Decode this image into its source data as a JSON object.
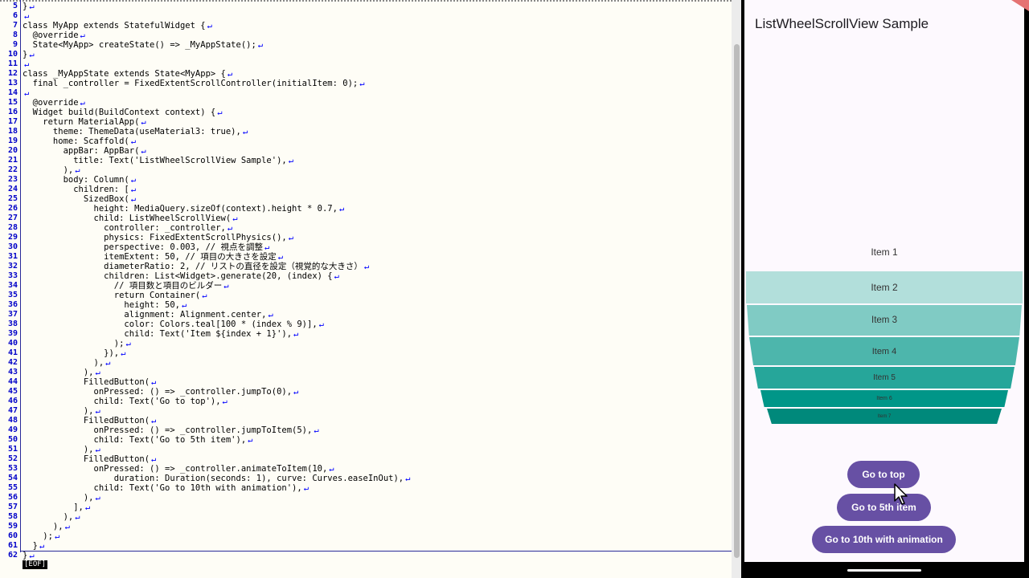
{
  "editor": {
    "lines": [
      {
        "n": "5",
        "t": "}"
      },
      {
        "n": "6",
        "t": ""
      },
      {
        "n": "7",
        "t": "class MyApp extends StatefulWidget {"
      },
      {
        "n": "8",
        "t": "  @override"
      },
      {
        "n": "9",
        "t": "  State<MyApp> createState() => _MyAppState();"
      },
      {
        "n": "10",
        "t": "}"
      },
      {
        "n": "11",
        "t": ""
      },
      {
        "n": "12",
        "t": "class _MyAppState extends State<MyApp> {"
      },
      {
        "n": "13",
        "t": "  final _controller = FixedExtentScrollController(initialItem: 0);"
      },
      {
        "n": "14",
        "t": ""
      },
      {
        "n": "15",
        "t": "  @override"
      },
      {
        "n": "16",
        "t": "  Widget build(BuildContext context) {"
      },
      {
        "n": "17",
        "t": "    return MaterialApp("
      },
      {
        "n": "18",
        "t": "      theme: ThemeData(useMaterial3: true),"
      },
      {
        "n": "19",
        "t": "      home: Scaffold("
      },
      {
        "n": "20",
        "t": "        appBar: AppBar("
      },
      {
        "n": "21",
        "t": "          title: Text('ListWheelScrollView Sample'),"
      },
      {
        "n": "22",
        "t": "        ),"
      },
      {
        "n": "23",
        "t": "        body: Column("
      },
      {
        "n": "24",
        "t": "          children: ["
      },
      {
        "n": "25",
        "t": "            SizedBox("
      },
      {
        "n": "26",
        "t": "              height: MediaQuery.sizeOf(context).height * 0.7,"
      },
      {
        "n": "27",
        "t": "              child: ListWheelScrollView("
      },
      {
        "n": "28",
        "t": "                controller: _controller,"
      },
      {
        "n": "29",
        "t": "                physics: FixedExtentScrollPhysics(),"
      },
      {
        "n": "30",
        "t": "                perspective: 0.003, // 視点を調整"
      },
      {
        "n": "31",
        "t": "                itemExtent: 50, // 項目の大きさを設定"
      },
      {
        "n": "32",
        "t": "                diameterRatio: 2, // リストの直径を設定（視覚的な大きさ）"
      },
      {
        "n": "33",
        "t": "                children: List<Widget>.generate(20, (index) {"
      },
      {
        "n": "34",
        "t": "                  // 項目数と項目のビルダー"
      },
      {
        "n": "35",
        "t": "                  return Container("
      },
      {
        "n": "36",
        "t": "                    height: 50,"
      },
      {
        "n": "37",
        "t": "                    alignment: Alignment.center,"
      },
      {
        "n": "38",
        "t": "                    color: Colors.teal[100 * (index % 9)],"
      },
      {
        "n": "39",
        "t": "                    child: Text('Item ${index + 1}'),"
      },
      {
        "n": "40",
        "t": "                  );"
      },
      {
        "n": "41",
        "t": "                }),"
      },
      {
        "n": "42",
        "t": "              ),"
      },
      {
        "n": "43",
        "t": "            ),"
      },
      {
        "n": "44",
        "t": "            FilledButton("
      },
      {
        "n": "45",
        "t": "              onPressed: () => _controller.jumpTo(0),"
      },
      {
        "n": "46",
        "t": "              child: Text('Go to top'),"
      },
      {
        "n": "47",
        "t": "            ),"
      },
      {
        "n": "48",
        "t": "            FilledButton("
      },
      {
        "n": "49",
        "t": "              onPressed: () => _controller.jumpToItem(5),"
      },
      {
        "n": "50",
        "t": "              child: Text('Go to 5th item'),"
      },
      {
        "n": "51",
        "t": "            ),"
      },
      {
        "n": "52",
        "t": "            FilledButton("
      },
      {
        "n": "53",
        "t": "              onPressed: () => _controller.animateToItem(10,"
      },
      {
        "n": "54",
        "t": "                  duration: Duration(seconds: 1), curve: Curves.easeInOut),"
      },
      {
        "n": "55",
        "t": "              child: Text('Go to 10th with animation'),"
      },
      {
        "n": "56",
        "t": "            ),"
      },
      {
        "n": "57",
        "t": "          ],"
      },
      {
        "n": "58",
        "t": "        ),"
      },
      {
        "n": "59",
        "t": "      ),"
      },
      {
        "n": "60",
        "t": "    );"
      },
      {
        "n": "61",
        "t": "  }"
      },
      {
        "n": "62",
        "t": "}"
      }
    ],
    "eol_mark": "↵",
    "eof_label": "[EOF]"
  },
  "phone": {
    "appbar_title": "ListWheelScrollView Sample",
    "wheel_items": [
      {
        "label": "Item 1",
        "color": "#fdf9fe"
      },
      {
        "label": "Item 2",
        "color": "#b2dfdb"
      },
      {
        "label": "Item 3",
        "color": "#80cbc4"
      },
      {
        "label": "Item 4",
        "color": "#4db6ac"
      },
      {
        "label": "Item 5",
        "color": "#26a69a"
      },
      {
        "label": "Item 6",
        "color": "#009688"
      },
      {
        "label": "Item 7",
        "color": "#00897b"
      }
    ],
    "buttons": {
      "top": "Go to top",
      "fifth": "Go to 5th item",
      "tenth": "Go to 10th with animation"
    },
    "accent_color": "#6750a4"
  }
}
